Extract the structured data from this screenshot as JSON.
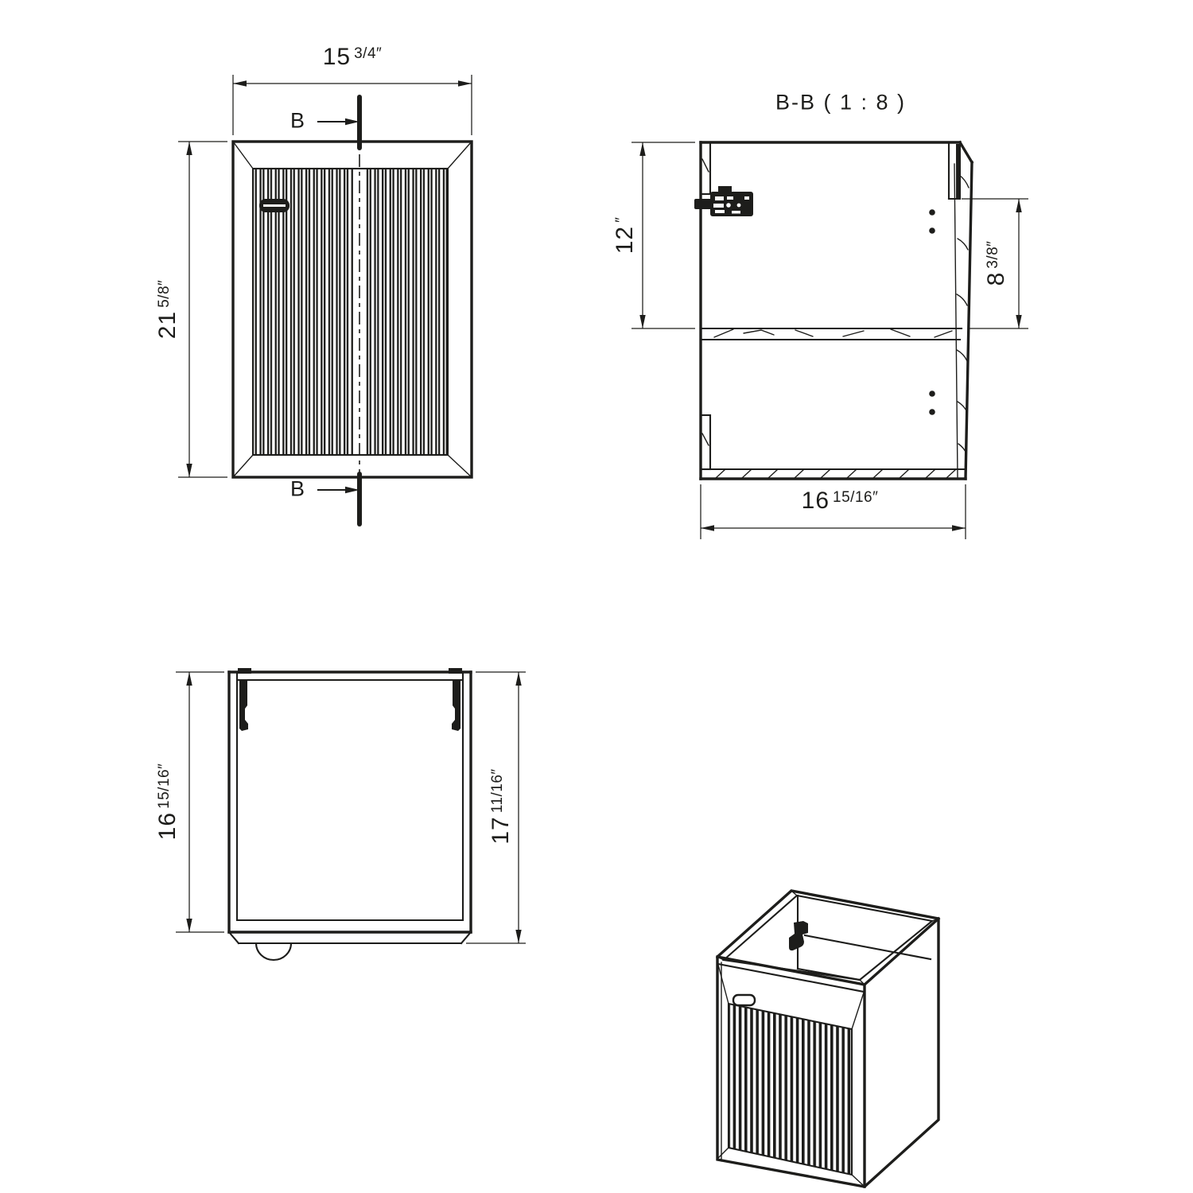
{
  "colors": {
    "ink": "#1d1d1b",
    "background": "#ffffff"
  },
  "front_view": {
    "width_dim": {
      "whole": "15",
      "small": "3/4″"
    },
    "height_dim": {
      "whole": "21",
      "small": "5/8″"
    },
    "section_label_top": "B",
    "section_label_bottom": "B"
  },
  "section_view": {
    "title": "B-B ( 1 : 8 )",
    "upper_height_dim": {
      "whole": "12",
      "small": "″"
    },
    "side_panel_dim": {
      "whole": "8",
      "small": "3/8″"
    },
    "width_dim": {
      "whole": "16",
      "small": "15/16″"
    }
  },
  "top_view": {
    "depth_dim": {
      "whole": "16",
      "small": "15/16″"
    },
    "overall_depth_dim": {
      "whole": "17",
      "small": "11/16″"
    }
  }
}
